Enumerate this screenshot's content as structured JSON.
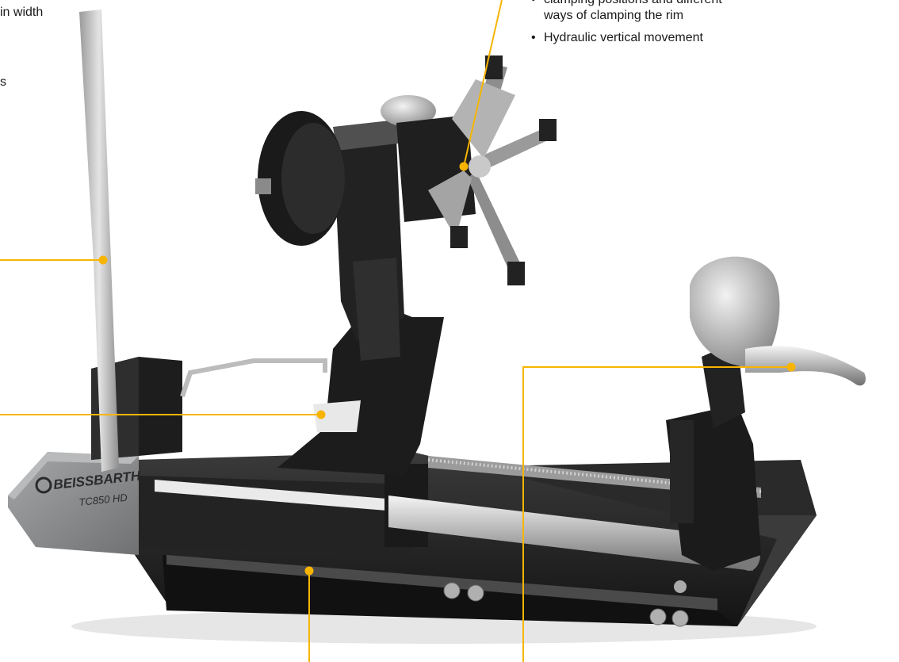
{
  "annotations": {
    "left_fragment_1": "in width",
    "left_fragment_2": "s",
    "bullets": [
      "clamping positions and different",
      "ways of clamping the rim",
      "Hydraulic vertical movement"
    ]
  },
  "machine": {
    "brand": "BEISSBARTH",
    "model": "TC850 HD"
  },
  "colors": {
    "callout": "#f7b500",
    "body_dark": "#1c1c1c",
    "panel_grey": "#8a8c8e",
    "chrome": "#c9c9c9"
  }
}
